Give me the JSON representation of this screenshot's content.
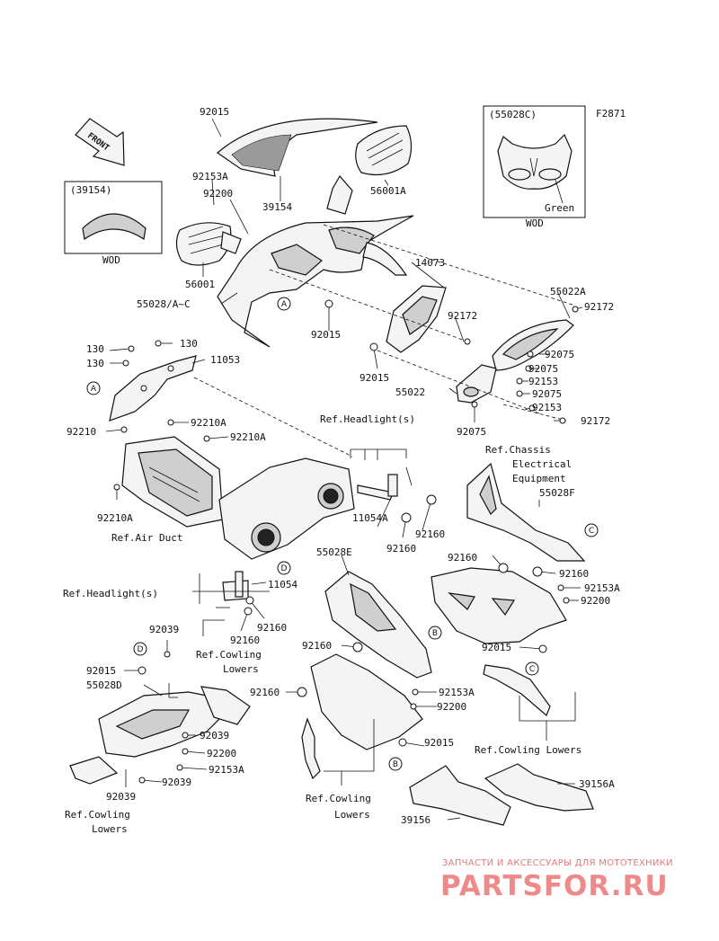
{
  "diagram": {
    "code": "F2871",
    "front_label": "FRONT",
    "insets": [
      {
        "part": "(39154)",
        "caption": "WOD"
      },
      {
        "part": "(55028C)",
        "color": "Green",
        "caption": "WOD"
      }
    ],
    "callouts": [
      "A",
      "A",
      "B",
      "B",
      "C",
      "C",
      "D",
      "D"
    ],
    "references": {
      "headlight_a": "Ref.Headlight(s)",
      "headlight_b": "Ref.Headlight(s)",
      "air_duct": "Ref.Air Duct",
      "chassis_1": "Ref.Chassis",
      "chassis_2": "Electrical",
      "chassis_3": "Equipment",
      "cowling_lowers_center_1": "Ref.Cowling",
      "cowling_lowers_center_2": "Lowers",
      "cowling_lowers_left_1": "Ref.Cowling",
      "cowling_lowers_left_2": "Lowers",
      "cowling_lowers_bottom_1": "Ref.Cowling",
      "cowling_lowers_bottom_2": "Lowers",
      "cowling_lowers_right": "Ref.Cowling Lowers"
    },
    "parts": {
      "p92015_top": "92015",
      "p92153A_top": "92153A",
      "p92200_top": "92200",
      "p39154": "39154",
      "p56001A": "56001A",
      "p56001": "56001",
      "p55028AC": "55028/A~C",
      "p14073": "14073",
      "p55022A": "55022A",
      "p92172_a": "92172",
      "p92172_b": "92172",
      "p92015_mid": "92015",
      "p92075_a": "92075",
      "p92075_b": "92075",
      "p92153_a": "92153",
      "p92015_mid2": "92015",
      "p55022": "55022",
      "p92075_c": "92075",
      "p92153_b": "92153",
      "p92075_d": "92075",
      "p92172_c": "92172",
      "p130_a": "130",
      "p130_b": "130",
      "p130_c": "130",
      "p11053": "11053",
      "p92210": "92210",
      "p92210A_a": "92210A",
      "p92210A_b": "92210A",
      "p92210A_c": "92210A",
      "p55028F": "55028F",
      "p11054A": "11054A",
      "p92160_a": "92160",
      "p92160_b": "92160",
      "p55028E": "55028E",
      "p92160_c": "92160",
      "p92160_d": "92160",
      "p92153A_r": "92153A",
      "p92200_r": "92200",
      "p11054": "11054",
      "p92160_e": "92160",
      "p92160_f": "92160",
      "p92015_r": "92015",
      "p92039_a": "92039",
      "p92015_l": "92015",
      "p55028D": "55028D",
      "p92160_g": "92160",
      "p92153A_c": "92153A",
      "p92200_c": "92200",
      "p92039_b": "92039",
      "p92200_l": "92200",
      "p92153A_l": "92153A",
      "p92039_c": "92039",
      "p92039_d": "92039",
      "p92015_c": "92015",
      "p39156A": "39156A",
      "p39156": "39156"
    }
  },
  "watermark": {
    "line1": "ЗАПЧАСТИ И АКСЕССУАРЫ ДЛЯ МОТОТЕХНИКИ",
    "line2": "PARTSFOR.RU"
  },
  "colors": {
    "watermark": "#ef8a8a",
    "ink": "#111111"
  }
}
